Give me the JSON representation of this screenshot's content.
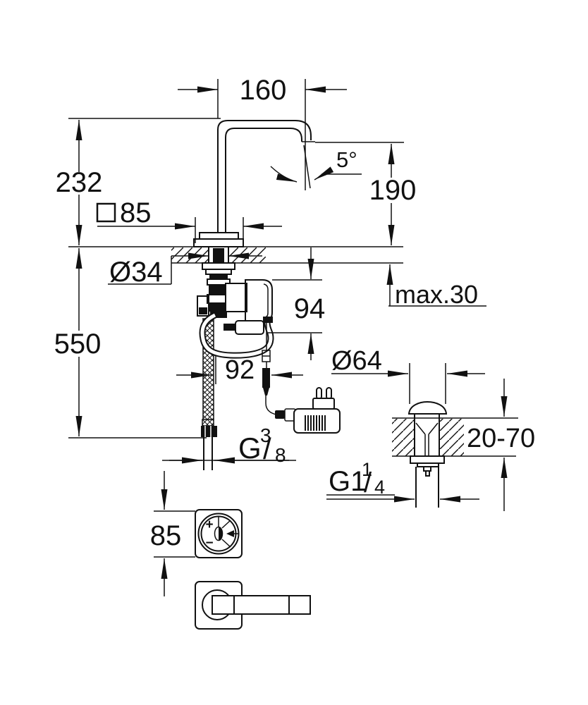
{
  "drawing": {
    "dims": {
      "spout_reach": "160",
      "angle": "5°",
      "spout_height": "190",
      "height_above_deck": "232",
      "base_square_size": "85",
      "hole_diameter": "Ø34",
      "deck_thickness_max": "max.30",
      "unit_height": "94",
      "unit_offset": "92",
      "hose_length": "550",
      "supply_thread_g": "G",
      "supply_thread_num": "3",
      "supply_thread_slash": "/",
      "supply_thread_den": "8",
      "remote_size": "85",
      "waste_diameter": "Ø64",
      "waste_deck_range": "20-70",
      "waste_thread_g": "G1",
      "waste_thread_num": "1",
      "waste_thread_slash": "/",
      "waste_thread_den": "4"
    },
    "control": {
      "plus": "+",
      "minus": "−"
    },
    "colors": {
      "line": "#111111",
      "background": "#ffffff"
    }
  }
}
